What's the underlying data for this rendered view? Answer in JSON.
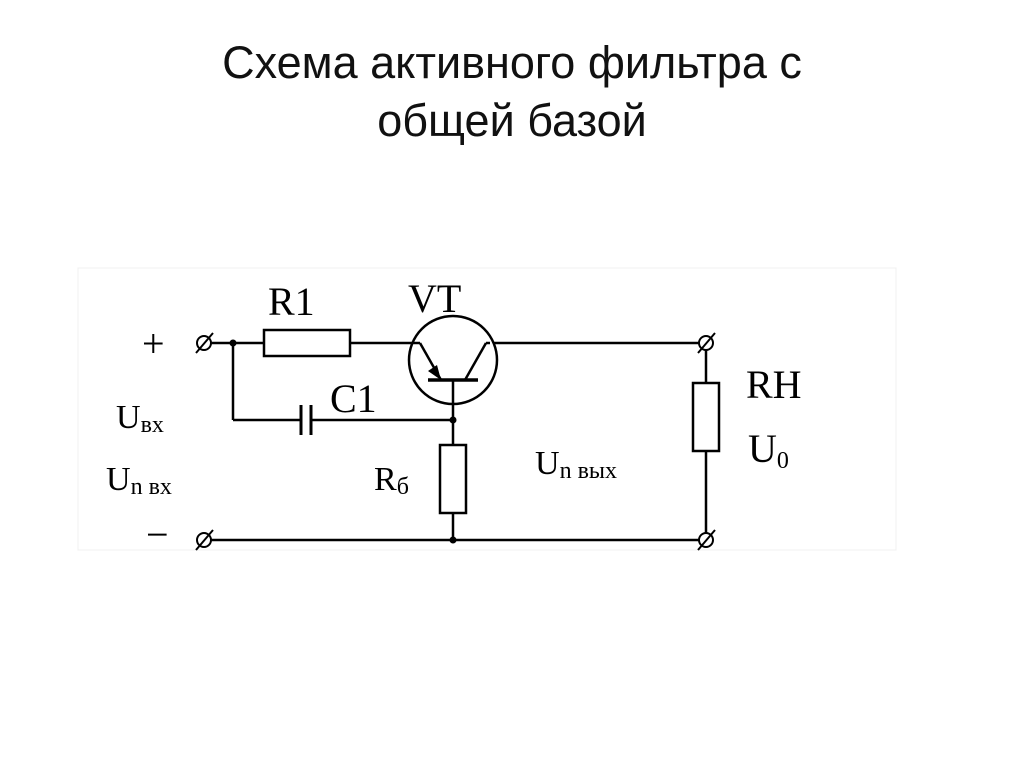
{
  "slide": {
    "title_line1": "Схема активного фильтра с",
    "title_line2": "общей базой"
  },
  "circuit": {
    "plus": "+",
    "minus": "−",
    "r1": "R1",
    "vt": "VT",
    "c1": "C1",
    "u_in_main": "U",
    "u_in_sub": "вх",
    "u_nin_main": "U",
    "u_nin_sub": "n вх",
    "rb_main": "R",
    "rb_sub": "б",
    "u_nout_main": "U",
    "u_nout_sub": "n вых",
    "rh": "RH",
    "u0_main": "U",
    "u0_sub": "0"
  }
}
